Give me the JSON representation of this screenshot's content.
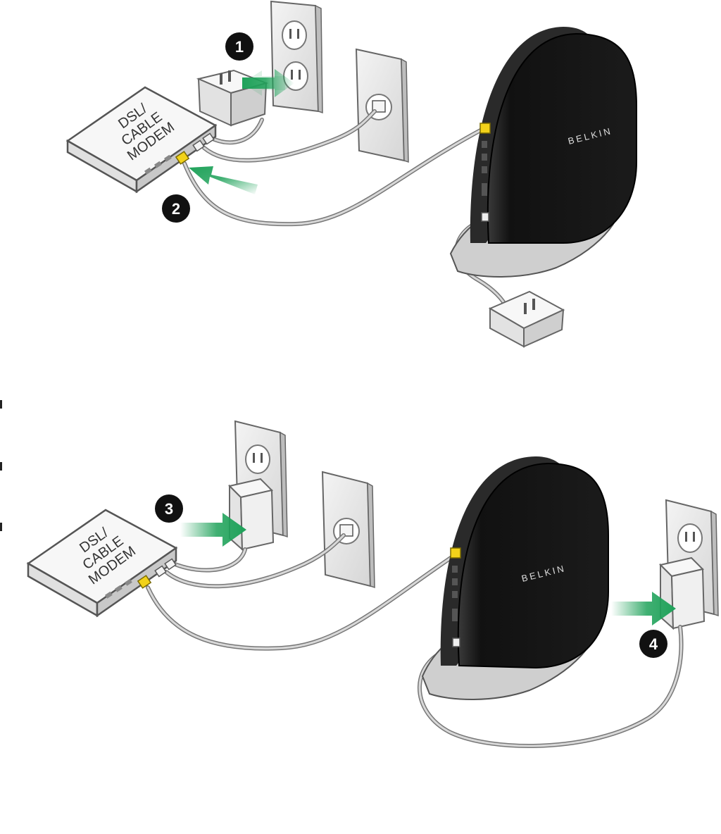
{
  "modem": {
    "label_lines": [
      "DSL/",
      "CABLE",
      "MODEM"
    ]
  },
  "router": {
    "brand": "BELKIN"
  },
  "steps": [
    "1",
    "2",
    "3",
    "4"
  ],
  "colors": {
    "arrow_green": "#1fa25a",
    "router_body": "#141414",
    "ethernet_yellow": "#f2d21a",
    "device_gray": "#e6e6e6",
    "outline": "#555555",
    "cable": "#9a9a9a"
  }
}
